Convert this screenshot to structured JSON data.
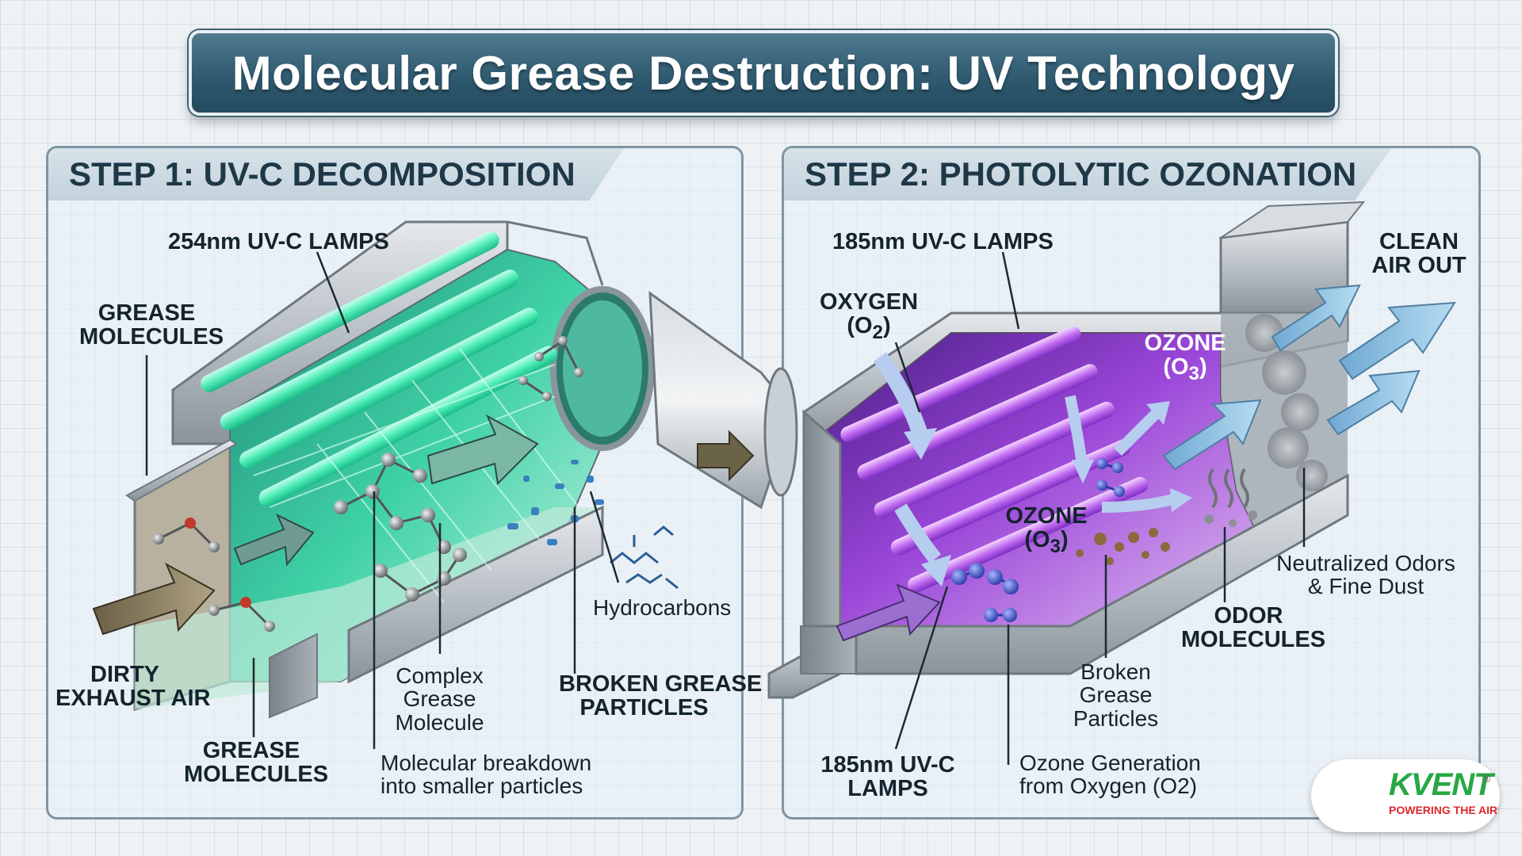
{
  "title": "Molecular Grease Destruction: UV Technology",
  "step1": {
    "heading": "STEP 1: UV-C DECOMPOSITION",
    "labels": {
      "lamps": "254nm UV-C LAMPS",
      "grease_top_1": "GREASE",
      "grease_top_2": "MOLECULES",
      "dirty_1": "DIRTY",
      "dirty_2": "EXHAUST AIR",
      "grease_bottom_1": "GREASE",
      "grease_bottom_2": "MOLECULES",
      "complex_1": "Complex",
      "complex_2": "Grease",
      "complex_3": "Molecule",
      "breakdown_1": "Molecular breakdown",
      "breakdown_2": "into smaller particles",
      "hydrocarbons": "Hydrocarbons",
      "broken_1": "BROKEN GREASE",
      "broken_2": "PARTICLES"
    }
  },
  "step2": {
    "heading": "STEP 2: PHOTOLYTIC OZONATION",
    "labels": {
      "lamps_top": "185nm UV-C LAMPS",
      "oxygen_1": "OXYGEN",
      "oxygen_2": "(O",
      "oxygen_sub": "2",
      "oxygen_3": ")",
      "ozone_top_1": "OZONE",
      "ozone_top_2": "(O",
      "ozone_top_sub": "3",
      "ozone_top_3": ")",
      "ozone_mid_1": "OZONE",
      "ozone_mid_2": "(O",
      "ozone_mid_sub": "3",
      "ozone_mid_3": ")",
      "clean_1": "CLEAN",
      "clean_2": "AIR OUT",
      "neutralized_1": "Neutralized Odors",
      "neutralized_2": "& Fine Dust",
      "odor_1": "ODOR",
      "odor_2": "MOLECULES",
      "broken_1": "Broken",
      "broken_2": "Grease",
      "broken_3": "Particles",
      "lamps_bottom_1": "185nm UV-C",
      "lamps_bottom_2": "LAMPS",
      "ozone_gen_1": "Ozone Generation",
      "ozone_gen_2": "from Oxygen (O2)"
    }
  },
  "logo": {
    "name": "KVENT",
    "registered": "®",
    "tagline": "POWERING THE AIR"
  },
  "colors": {
    "title_bg": "#2f5a70",
    "uv_green": "#3fe8a8",
    "uv_purple": "#a64de0",
    "arrow_blue": "#8fc4e4",
    "arrow_olive": "#8c7e62",
    "logo_green": "#27a844",
    "logo_red": "#e0262b"
  }
}
